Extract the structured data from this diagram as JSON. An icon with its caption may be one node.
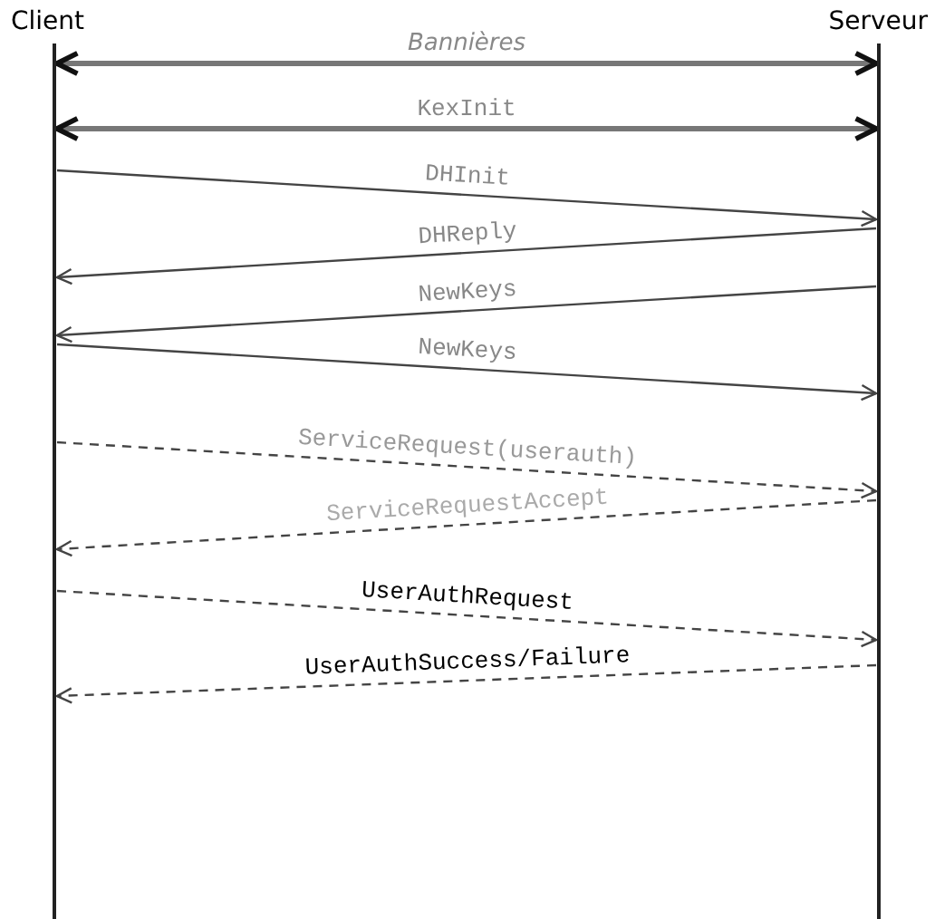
{
  "diagram": {
    "nodes": [
      {
        "text": [
          "Client"
        ]
      },
      {
        "text": [
          "Serveur"
        ]
      }
    ],
    "edges": [
      {
        "from": 0,
        "to": 1,
        "arrow": "both",
        "label": "Bannières",
        "style": "thick"
      },
      {
        "from": 0,
        "to": 1,
        "arrow": "both",
        "label": "KexInit",
        "style": "thick"
      },
      {
        "from": 0,
        "to": 1,
        "arrow": "to",
        "label": "DHInit"
      },
      {
        "from": 1,
        "to": 0,
        "arrow": "to",
        "label": "DHReply"
      },
      {
        "from": 1,
        "to": 0,
        "arrow": "to",
        "label": "NewKeys"
      },
      {
        "from": 0,
        "to": 1,
        "arrow": "to",
        "label": "NewKeys"
      },
      {
        "from": 0,
        "to": 1,
        "arrow": "to",
        "label": "ServiceRequest(userauth)",
        "style": "dashed"
      },
      {
        "from": 1,
        "to": 0,
        "arrow": "to",
        "label": "ServiceRequestAccept",
        "style": "dashed"
      },
      {
        "from": 0,
        "to": 1,
        "arrow": "to",
        "label": "UserAuthRequest",
        "style": "dashed"
      },
      {
        "from": 1,
        "to": 0,
        "arrow": "to",
        "label": "UserAuthSuccess/Failure",
        "style": "dashed"
      }
    ]
  }
}
